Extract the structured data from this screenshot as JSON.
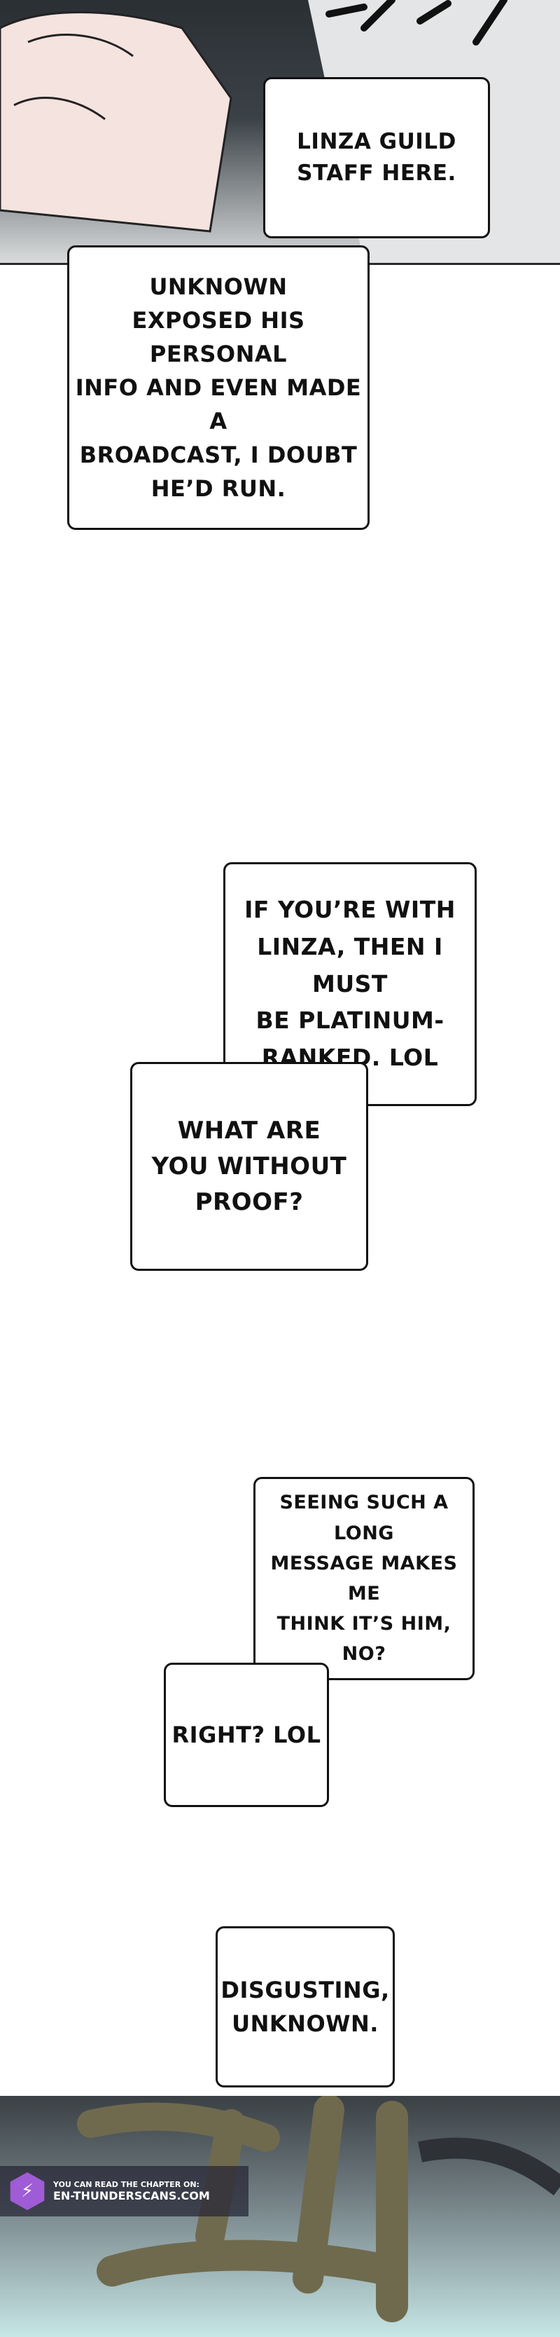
{
  "bubbles": {
    "b1": "LINZA GUILD\nSTAFF HERE.",
    "b2": "UNKNOWN\nEXPOSED HIS PERSONAL\nINFO AND EVEN MADE A\nBROADCAST, I DOUBT\nHE’D RUN.",
    "b3": "IF YOU’RE WITH\nLINZA, THEN I MUST\nBE PLATINUM-\nRANKED. LOL",
    "b4": "WHAT ARE\nYOU WITHOUT\nPROOF?",
    "b5": "SEEING SUCH A LONG\nMESSAGE MAKES ME\nTHINK IT’S HIM, NO?",
    "b6": "RIGHT? LOL",
    "b7": "DISGUSTING,\nUNKNOWN."
  },
  "watermark": {
    "line1": "YOU CAN READ THE CHAPTER ON:",
    "line2": "EN-THUNDERSCANS.COM",
    "logo_icon": "lightning-bolt-icon"
  },
  "colors": {
    "bubble_border": "#111111",
    "watermark_logo": "#a05bd6"
  }
}
